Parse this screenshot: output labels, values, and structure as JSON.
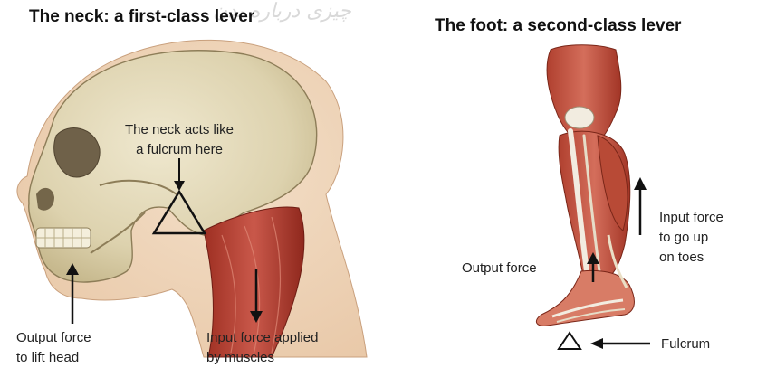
{
  "neck_panel": {
    "title": "The neck: a first-class lever",
    "fulcrum_label": [
      "The neck acts like",
      "a fulcrum here"
    ],
    "output_label": [
      "Output force",
      "to lift head"
    ],
    "input_label": [
      "Input force applied",
      "by muscles"
    ]
  },
  "foot_panel": {
    "title": "The foot: a second-class lever",
    "input_label": [
      "Input force",
      "to go up",
      "on toes"
    ],
    "output_label": "Output force",
    "fulcrum_label": "Fulcrum"
  },
  "watermark": "چیزی درباره بدن"
}
